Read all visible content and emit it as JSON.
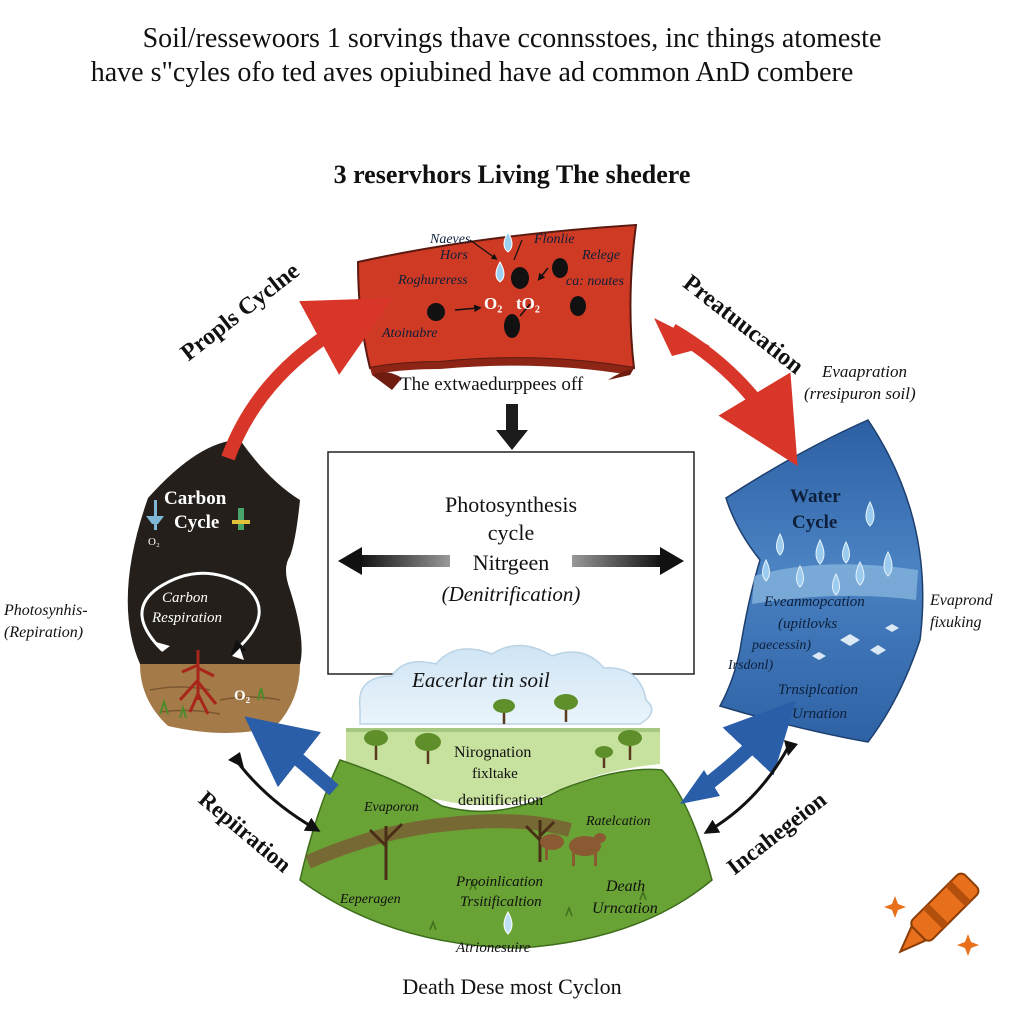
{
  "headline": {
    "line1": "Soil/ressewoors 1 sorvings thave cconnsstoes, inc things atomeste",
    "line2": "have s\"cyles ofo ted aves opiubined have ad common AnD combere"
  },
  "diagram_title": "3 reservhors Living The shedere",
  "atmosphere": {
    "tl1": "Naeves",
    "tl2": "Hors",
    "tr1": "Flonlie",
    "tr2": "Relege",
    "ml": "Roghureress",
    "mr": "ca: noutes",
    "o2_left": "O₂",
    "o2_right": "tO₂",
    "bl": "Atoinabre",
    "caption": "The extwaedurppees off"
  },
  "carbon": {
    "title1": "Carbon",
    "title2": "Cycle",
    "inner1": "Carbon",
    "inner2": "Respiration",
    "o2_small": "O₂",
    "o2_soil": "O₂",
    "side1": "Photosynhis-",
    "side2": "(Repiration)"
  },
  "water": {
    "title1": "Water",
    "title2": "Cycle",
    "l1": "Eveanmopcation",
    "l2": "(upitlovks",
    "l3": "paecessin)",
    "l4": "Irsdonl)",
    "l5": "Trnsiplcation",
    "l6": "Urnation",
    "side1": "Evaprond",
    "side2": "fixuking",
    "evap1": "Evaapration",
    "evap2": "(rresipuron soil)"
  },
  "center_box": {
    "l1": "Photosynthesis",
    "l2": "cycle",
    "l3": "Nitrgeen",
    "l4": "(Denitrification)"
  },
  "living": {
    "sky_label": "Eacerlar tin soil",
    "mid1": "Nirognation",
    "mid2": "fixltake",
    "mid3": "denitification",
    "left": "Evaporon",
    "right": "Ratelcation",
    "b1": "Prooinlication",
    "b2": "Trsitificaltion",
    "b3": "Death",
    "b4": "Urncation",
    "bl": "Eeperagen",
    "bottom": "Atrionesuire"
  },
  "arrows": {
    "top_left": "Propls Cyclne",
    "top_right": "Preatuucation",
    "bottom_left": "Repiiration",
    "bottom_right": "Incahegeion"
  },
  "footer": "Death Dese most Cyclon",
  "colors": {
    "atmosphere": "#cf3a24",
    "carbon": "#241f1a",
    "soil": "#a47a48",
    "water": "#2f66a8",
    "grass": "#6aa335",
    "red_arrow": "#d9362a",
    "blue_arrow": "#2a5ea8",
    "crayon": "#e8701c"
  }
}
